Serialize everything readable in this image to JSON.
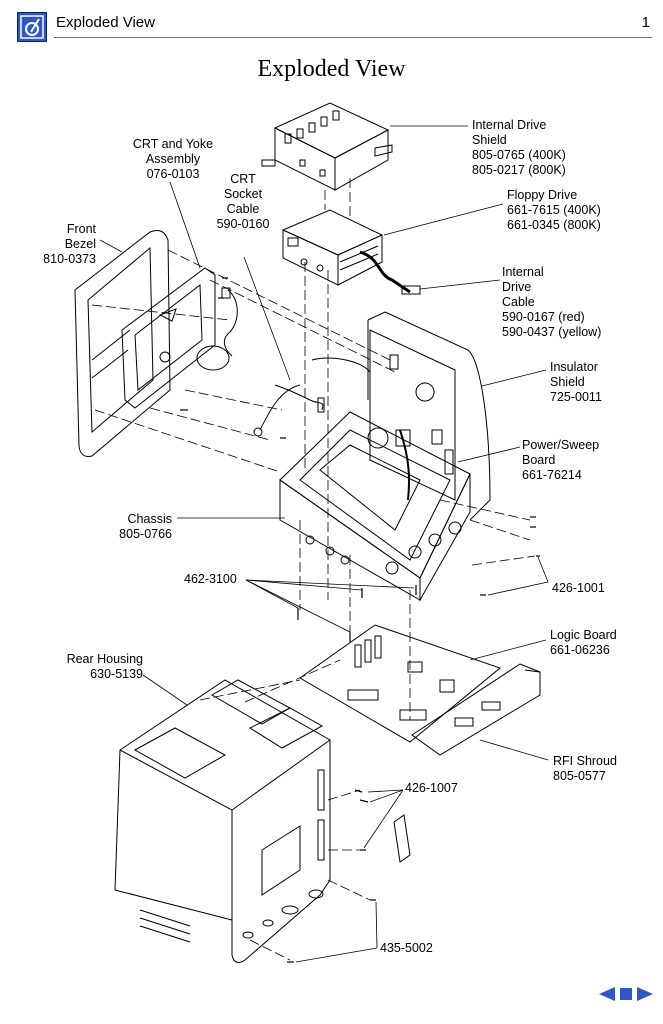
{
  "header": {
    "title": "Exploded View",
    "page_number": "1"
  },
  "page_title": "Exploded View",
  "labels": {
    "internal_drive_shield": "Internal Drive\nShield\n805-0765 (400K)\n805-0217 (800K)",
    "floppy_drive": "Floppy Drive\n661-7615 (400K)\n661-0345 (800K)",
    "internal_drive_cable": "Internal\nDrive\nCable\n590-0167 (red)\n590-0437 (yellow)",
    "insulator_shield": "Insulator\nShield\n725-0011",
    "power_sweep_board": "Power/Sweep\nBoard\n661-76214",
    "crt_yoke": "CRT and Yoke\nAssembly\n076-0103",
    "crt_socket_cable": "CRT\nSocket\nCable\n590-0160",
    "front_bezel": "Front\nBezel\n810-0373",
    "chassis": "Chassis\n805-0766",
    "screw_462": "462-3100",
    "screw_426_1001": "426-1001",
    "logic_board": "Logic Board\n661-06236",
    "rear_housing": "Rear Housing\n630-5139",
    "rfi_shroud": "RFI Shroud\n805-0577",
    "screw_426_1007": "426-1007",
    "screw_435": "435-5002"
  },
  "nav": {
    "prev": "previous-page",
    "toc": "contents",
    "next": "next-page"
  },
  "colors": {
    "accent": "#2f55c8",
    "rule": "#4b6fd6"
  }
}
